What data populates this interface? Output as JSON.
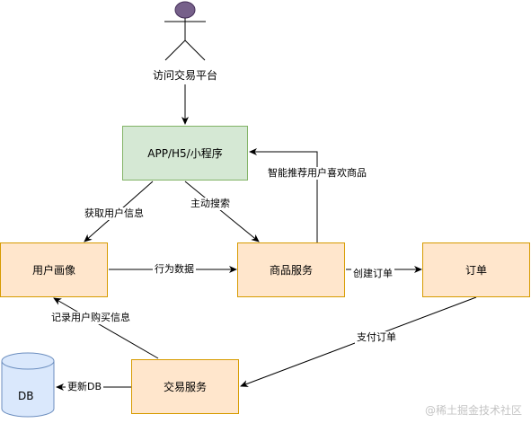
{
  "actor": {
    "label": "访问交易平台"
  },
  "nodes": {
    "app": "APP/H5/小程序",
    "profile": "用户画像",
    "product": "商品服务",
    "order": "订单",
    "trade": "交易服务",
    "db": "DB"
  },
  "edges": {
    "get_user_info": "获取用户信息",
    "active_search": "主动搜索",
    "recommend": "智能推荐用户喜欢商品",
    "behavior_data": "行为数据",
    "create_order": "创建订单",
    "pay_order": "支付订单",
    "record_purchase": "记录用户购买信息",
    "update_db": "更新DB"
  },
  "colors": {
    "green_fill": "#d5e8d4",
    "green_stroke": "#82b366",
    "orange_fill": "#ffe6cc",
    "orange_stroke": "#d79b00",
    "actor_head": "#76608a",
    "db_fill": "#dae8fc",
    "db_stroke": "#6c8ebf"
  },
  "watermark": "@稀土掘金技术社区"
}
